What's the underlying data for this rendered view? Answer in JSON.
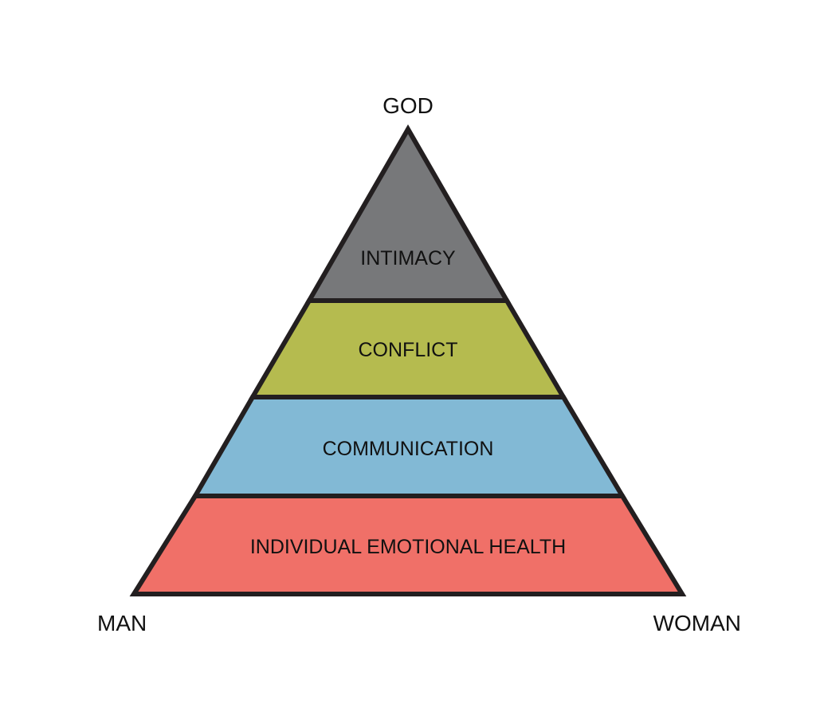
{
  "apex_label": "GOD",
  "left_corner_label": "MAN",
  "right_corner_label": "WOMAN",
  "layers": [
    {
      "label": "INTIMACY",
      "color": "#77787a"
    },
    {
      "label": "CONFLICT",
      "color": "#b5bb4f"
    },
    {
      "label": "COMMUNICATION",
      "color": "#82b9d5"
    },
    {
      "label": "INDIVIDUAL EMOTIONAL HEALTH",
      "color": "#f07068"
    }
  ],
  "outline_color": "#231f20"
}
